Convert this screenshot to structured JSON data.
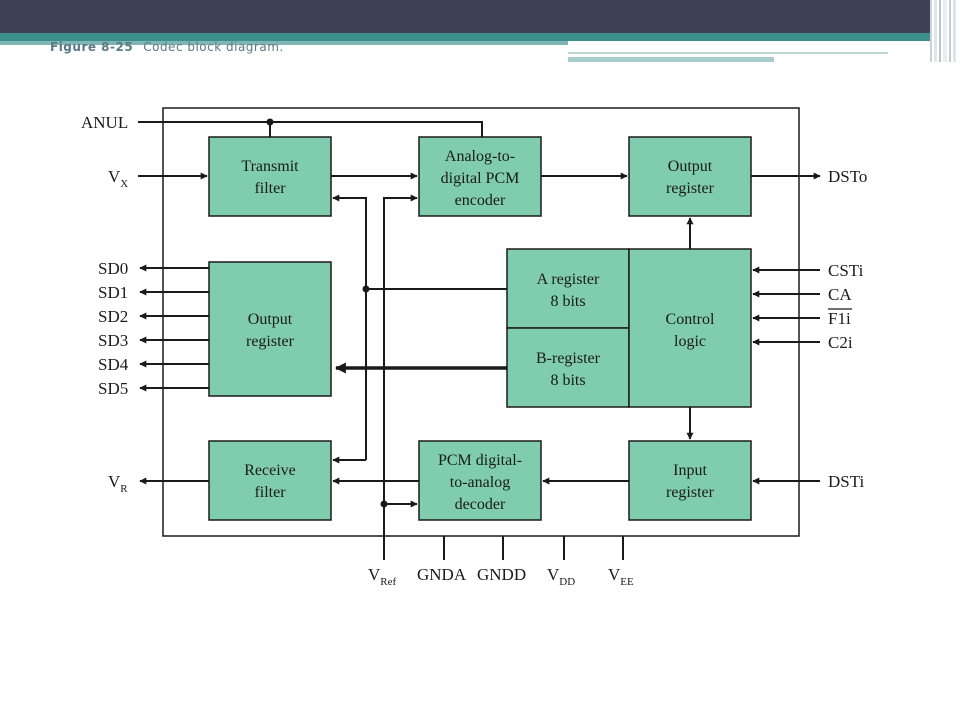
{
  "caption": {
    "figure": "Figure 8-25",
    "title": "Codec block diagram."
  },
  "blocks": {
    "transmit_filter": [
      "Transmit",
      "filter"
    ],
    "adc_encoder": [
      "Analog-to-",
      "digital PCM",
      "encoder"
    ],
    "output_register_top": [
      "Output",
      "register"
    ],
    "output_register_left": [
      "Output",
      "register"
    ],
    "a_register": [
      "A register",
      "8 bits"
    ],
    "b_register": [
      "B-register",
      "8 bits"
    ],
    "control_logic": [
      "Control",
      "logic"
    ],
    "receive_filter": [
      "Receive",
      "filter"
    ],
    "dac_decoder": [
      "PCM digital-",
      "to-analog",
      "decoder"
    ],
    "input_register": [
      "Input",
      "register"
    ]
  },
  "pins": {
    "anul": "ANUL",
    "vx": {
      "main": "V",
      "sub": "X"
    },
    "vr": {
      "main": "V",
      "sub": "R"
    },
    "sd": [
      "SD0",
      "SD1",
      "SD2",
      "SD3",
      "SD4",
      "SD5"
    ],
    "dsto": "DSTo",
    "dsti": "DSTi",
    "csti": "CSTi",
    "ca": "CA",
    "f1i": "F1i",
    "c2i": "C2i",
    "bottom": [
      {
        "main": "V",
        "sub": "Ref"
      },
      {
        "main": "GNDA",
        "sub": ""
      },
      {
        "main": "GNDD",
        "sub": ""
      },
      {
        "main": "V",
        "sub": "DD"
      },
      {
        "main": "V",
        "sub": "EE"
      }
    ]
  },
  "colors": {
    "block_fill": "#7fcdae",
    "line": "#1a1a1a",
    "header": "#3f4154",
    "accent": "#3d8f8e"
  }
}
